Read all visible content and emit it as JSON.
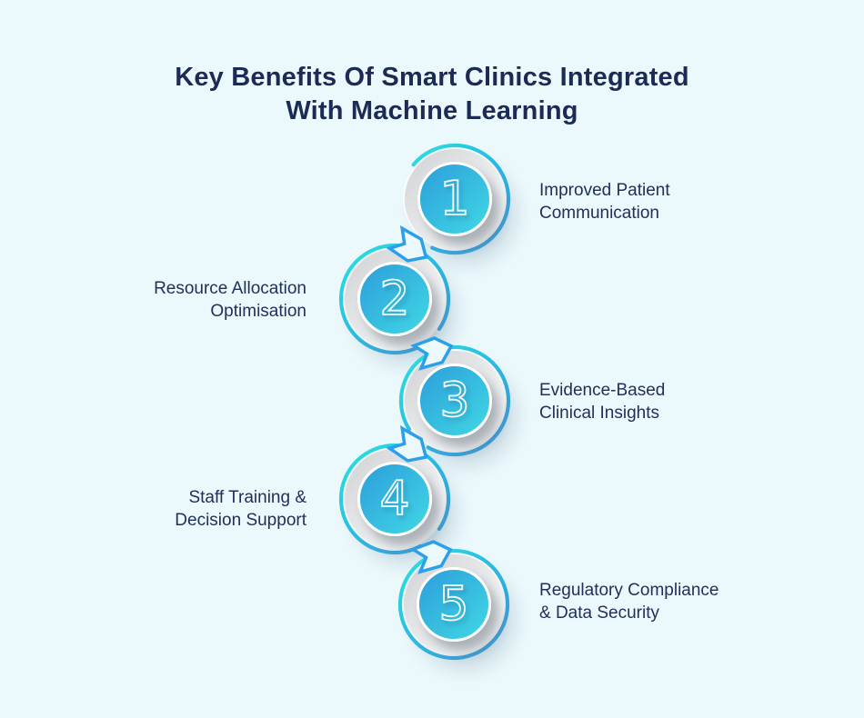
{
  "title": {
    "lines": [
      "Key Benefits Of Smart Clinics Integrated",
      "With Machine Learning"
    ]
  },
  "items": [
    {
      "number": "1",
      "label_lines": [
        "Improved Patient",
        "Communication"
      ],
      "side": "right"
    },
    {
      "number": "2",
      "label_lines": [
        "Resource Allocation",
        "Optimisation"
      ],
      "side": "left"
    },
    {
      "number": "3",
      "label_lines": [
        "Evidence-Based",
        "Clinical Insights"
      ],
      "side": "right"
    },
    {
      "number": "4",
      "label_lines": [
        "Staff Training &",
        "Decision Support"
      ],
      "side": "left"
    },
    {
      "number": "5",
      "label_lines": [
        "Regulatory Compliance",
        "& Data Security"
      ],
      "side": "right"
    }
  ],
  "colors": {
    "bg": "#ECF9FC",
    "navy": "#1B2B55",
    "navy2": "#20305A",
    "arc_cyan": "#2CE3DD",
    "arc_blue": "#2196EC",
    "ball_from": "#2D9EDB",
    "ball_to": "#40D8E4",
    "arrow": "#2BA0E8"
  }
}
